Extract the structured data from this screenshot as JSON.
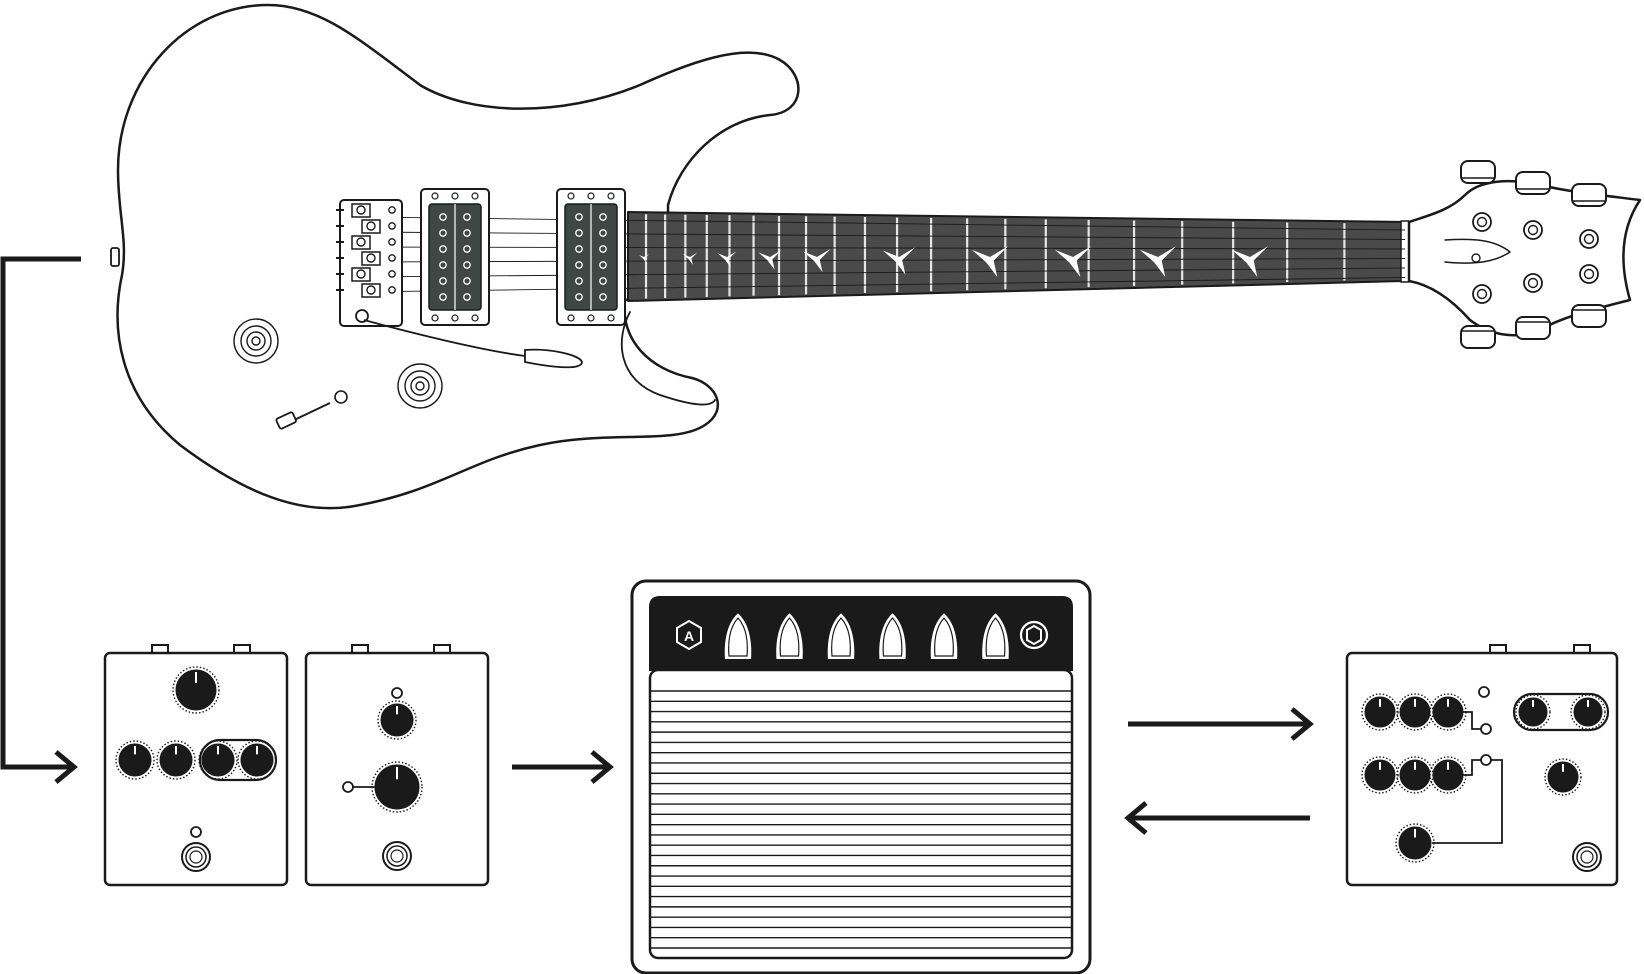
{
  "diagram": {
    "kind": "signal-chain-illustration",
    "stroke_color": "#1a1a1a",
    "fretboard_color": "#4a4a4a",
    "pickup_color": "#3f4744",
    "inlay_color": "#ffffff",
    "background": "#ffffff",
    "amp_logo_letter": "A"
  },
  "components": {
    "guitar": {
      "icon": "electric-guitar-icon",
      "frets": 21,
      "strings": 6,
      "tuners_per_side": 3
    },
    "pedal_1": {
      "icon": "drive-pedal-icon",
      "knobs": 5
    },
    "pedal_2": {
      "icon": "boost-pedal-icon",
      "knobs": 2
    },
    "amplifier": {
      "icon": "combo-amp-icon",
      "knobs": 6,
      "grille_lines": 26
    },
    "pedal_3": {
      "icon": "loop-pedal-icon",
      "knobs": 10
    }
  },
  "connections": [
    {
      "from": "guitar",
      "to": "pedal_1",
      "icon": "cable-arrow-icon"
    },
    {
      "from": "pedal_2",
      "to": "amplifier",
      "icon": "arrow-right-icon"
    },
    {
      "from": "amplifier",
      "to": "pedal_3",
      "icon": "arrow-right-icon"
    },
    {
      "from": "pedal_3",
      "to": "amplifier",
      "icon": "arrow-left-icon"
    }
  ]
}
